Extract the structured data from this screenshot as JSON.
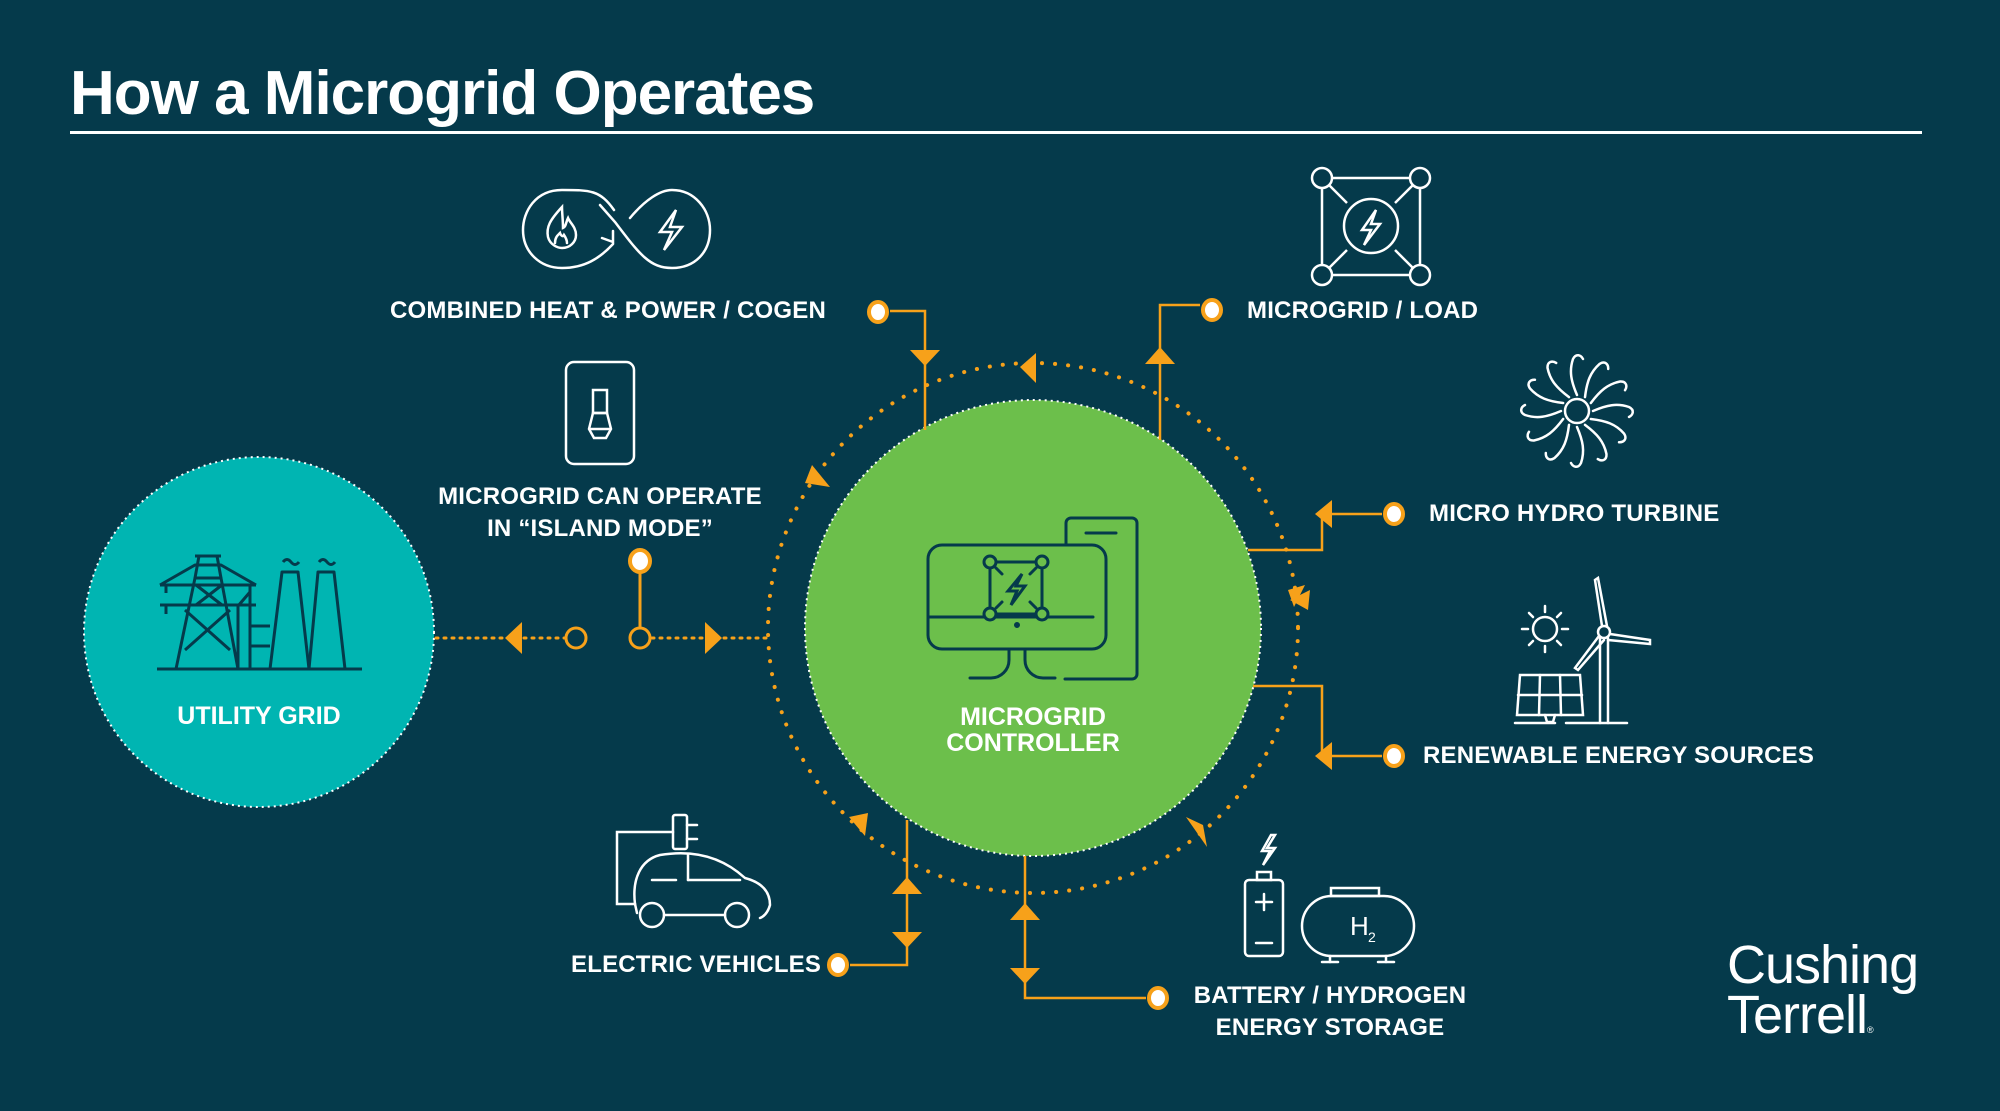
{
  "title": "How a Microgrid Operates",
  "colors": {
    "background": "#053a4b",
    "utility_grid": "#00b5b2",
    "controller": "#6cbf4b",
    "connector": "#f7a11a",
    "icon_stroke": "#ffffff",
    "icon_stroke_dark": "#053a4b"
  },
  "nodes": {
    "utility_grid": {
      "label": "UTILITY GRID",
      "icon": "power-plant-icon"
    },
    "controller": {
      "label_line1": "MICROGRID",
      "label_line2": "CONTROLLER",
      "icon": "computer-controller-icon"
    },
    "island_mode": {
      "label_line1": "MICROGRID CAN OPERATE",
      "label_line2": "IN “ISLAND MODE”",
      "icon": "switch-icon"
    },
    "chp": {
      "label": "COMBINED HEAT & POWER / COGEN",
      "icon": "cogen-infinity-icon"
    },
    "load": {
      "label": "MICROGRID / LOAD",
      "icon": "grid-load-icon"
    },
    "hydro": {
      "label": "MICRO HYDRO TURBINE",
      "icon": "hydro-turbine-icon"
    },
    "renewable": {
      "label": "RENEWABLE ENERGY SOURCES",
      "icon": "solar-wind-icon"
    },
    "ev": {
      "label": "ELECTRIC VEHICLES",
      "icon": "electric-car-icon"
    },
    "storage": {
      "label_line1": "BATTERY / HYDROGEN",
      "label_line2": "ENERGY STORAGE",
      "icon": "battery-hydrogen-icon",
      "h2_text": "H",
      "h2_sub": "2"
    }
  },
  "logo": {
    "line1": "Cushing",
    "line2": "Terrell",
    "mark": "®"
  }
}
